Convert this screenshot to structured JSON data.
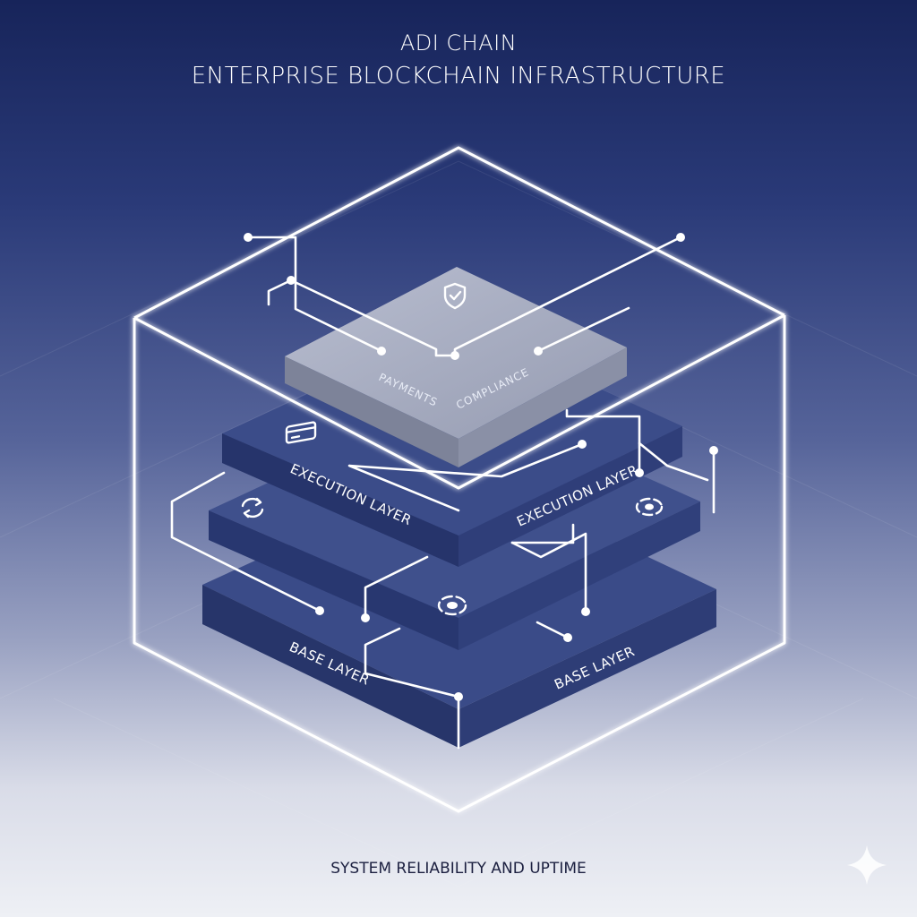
{
  "header": {
    "title": "ADI CHAIN",
    "subtitle": "ENTERPRISE BLOCKCHAIN INFRASTRUCTURE"
  },
  "layers": {
    "top": {
      "label_left": "PAYMENTS",
      "label_right": "COMPLIANCE",
      "icon": "shield-check-icon",
      "color": "#a7adbf"
    },
    "execution": {
      "label_left": "EXECUTION LAYER",
      "label_right": "EXECUTION LAYER",
      "icons": [
        "credit-card-icon",
        "target-icon"
      ],
      "color": "#33437e"
    },
    "middle": {
      "icons": [
        "sync-icon",
        "target-icon"
      ],
      "color": "#3a4b86"
    },
    "base": {
      "label_left": "BASE LAYER",
      "label_right": "BASE LAYER",
      "icon": "target-icon",
      "color": "#34447f"
    }
  },
  "footer": {
    "caption": "SYSTEM RELIABILITY AND UPTIME"
  },
  "colors": {
    "frame": "#ffffff",
    "background_top": "#17245a",
    "background_bottom": "#eef0f5"
  }
}
